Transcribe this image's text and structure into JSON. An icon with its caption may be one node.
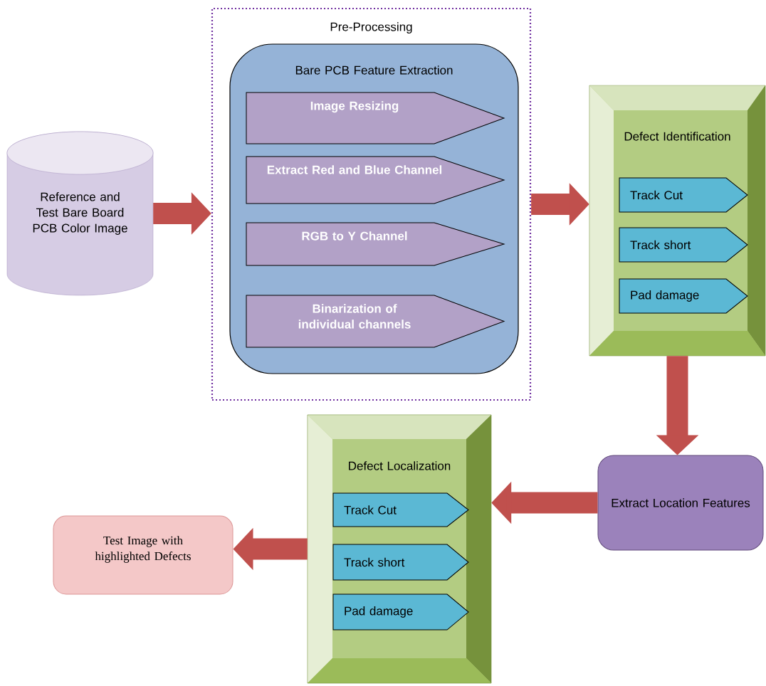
{
  "diagram": {
    "nodes": [
      {
        "text": [
          "Reference and Test Bare Board PCB Color Image"
        ]
      },
      {
        "text": [
          "Pre-Processing"
        ]
      },
      {
        "text": [
          "Bare PCB Feature Extraction"
        ],
        "in": 1
      },
      {
        "text": [
          "Image Resizing"
        ],
        "in": 2
      },
      {
        "text": [
          "Extract Red and Blue Channel"
        ],
        "in": 2
      },
      {
        "text": [
          "RGB to Y Channel"
        ],
        "in": 2
      },
      {
        "text": [
          "Binarization of individual channels"
        ],
        "in": 2
      },
      {
        "text": [
          "Defect Identification"
        ]
      },
      {
        "text": [
          "Track Cut"
        ],
        "in": 7
      },
      {
        "text": [
          "Track short"
        ],
        "in": 7
      },
      {
        "text": [
          "Pad damage"
        ],
        "in": 7
      },
      {
        "text": [
          "Extract Location Features"
        ]
      },
      {
        "text": [
          "Defect Localization"
        ]
      },
      {
        "text": [
          "Track Cut"
        ],
        "in": 12
      },
      {
        "text": [
          "Track short"
        ],
        "in": 12
      },
      {
        "text": [
          "Pad damage"
        ],
        "in": 12
      },
      {
        "text": [
          "Test Image with highlighted Defects"
        ]
      }
    ],
    "edges": [
      {
        "from": 0,
        "to": 1,
        "arrow": "to"
      },
      {
        "from": 1,
        "to": 7,
        "arrow": "to"
      },
      {
        "from": 7,
        "to": 11,
        "arrow": "to"
      },
      {
        "from": 11,
        "to": 12,
        "arrow": "to"
      },
      {
        "from": 12,
        "to": 16,
        "arrow": "to"
      }
    ]
  }
}
